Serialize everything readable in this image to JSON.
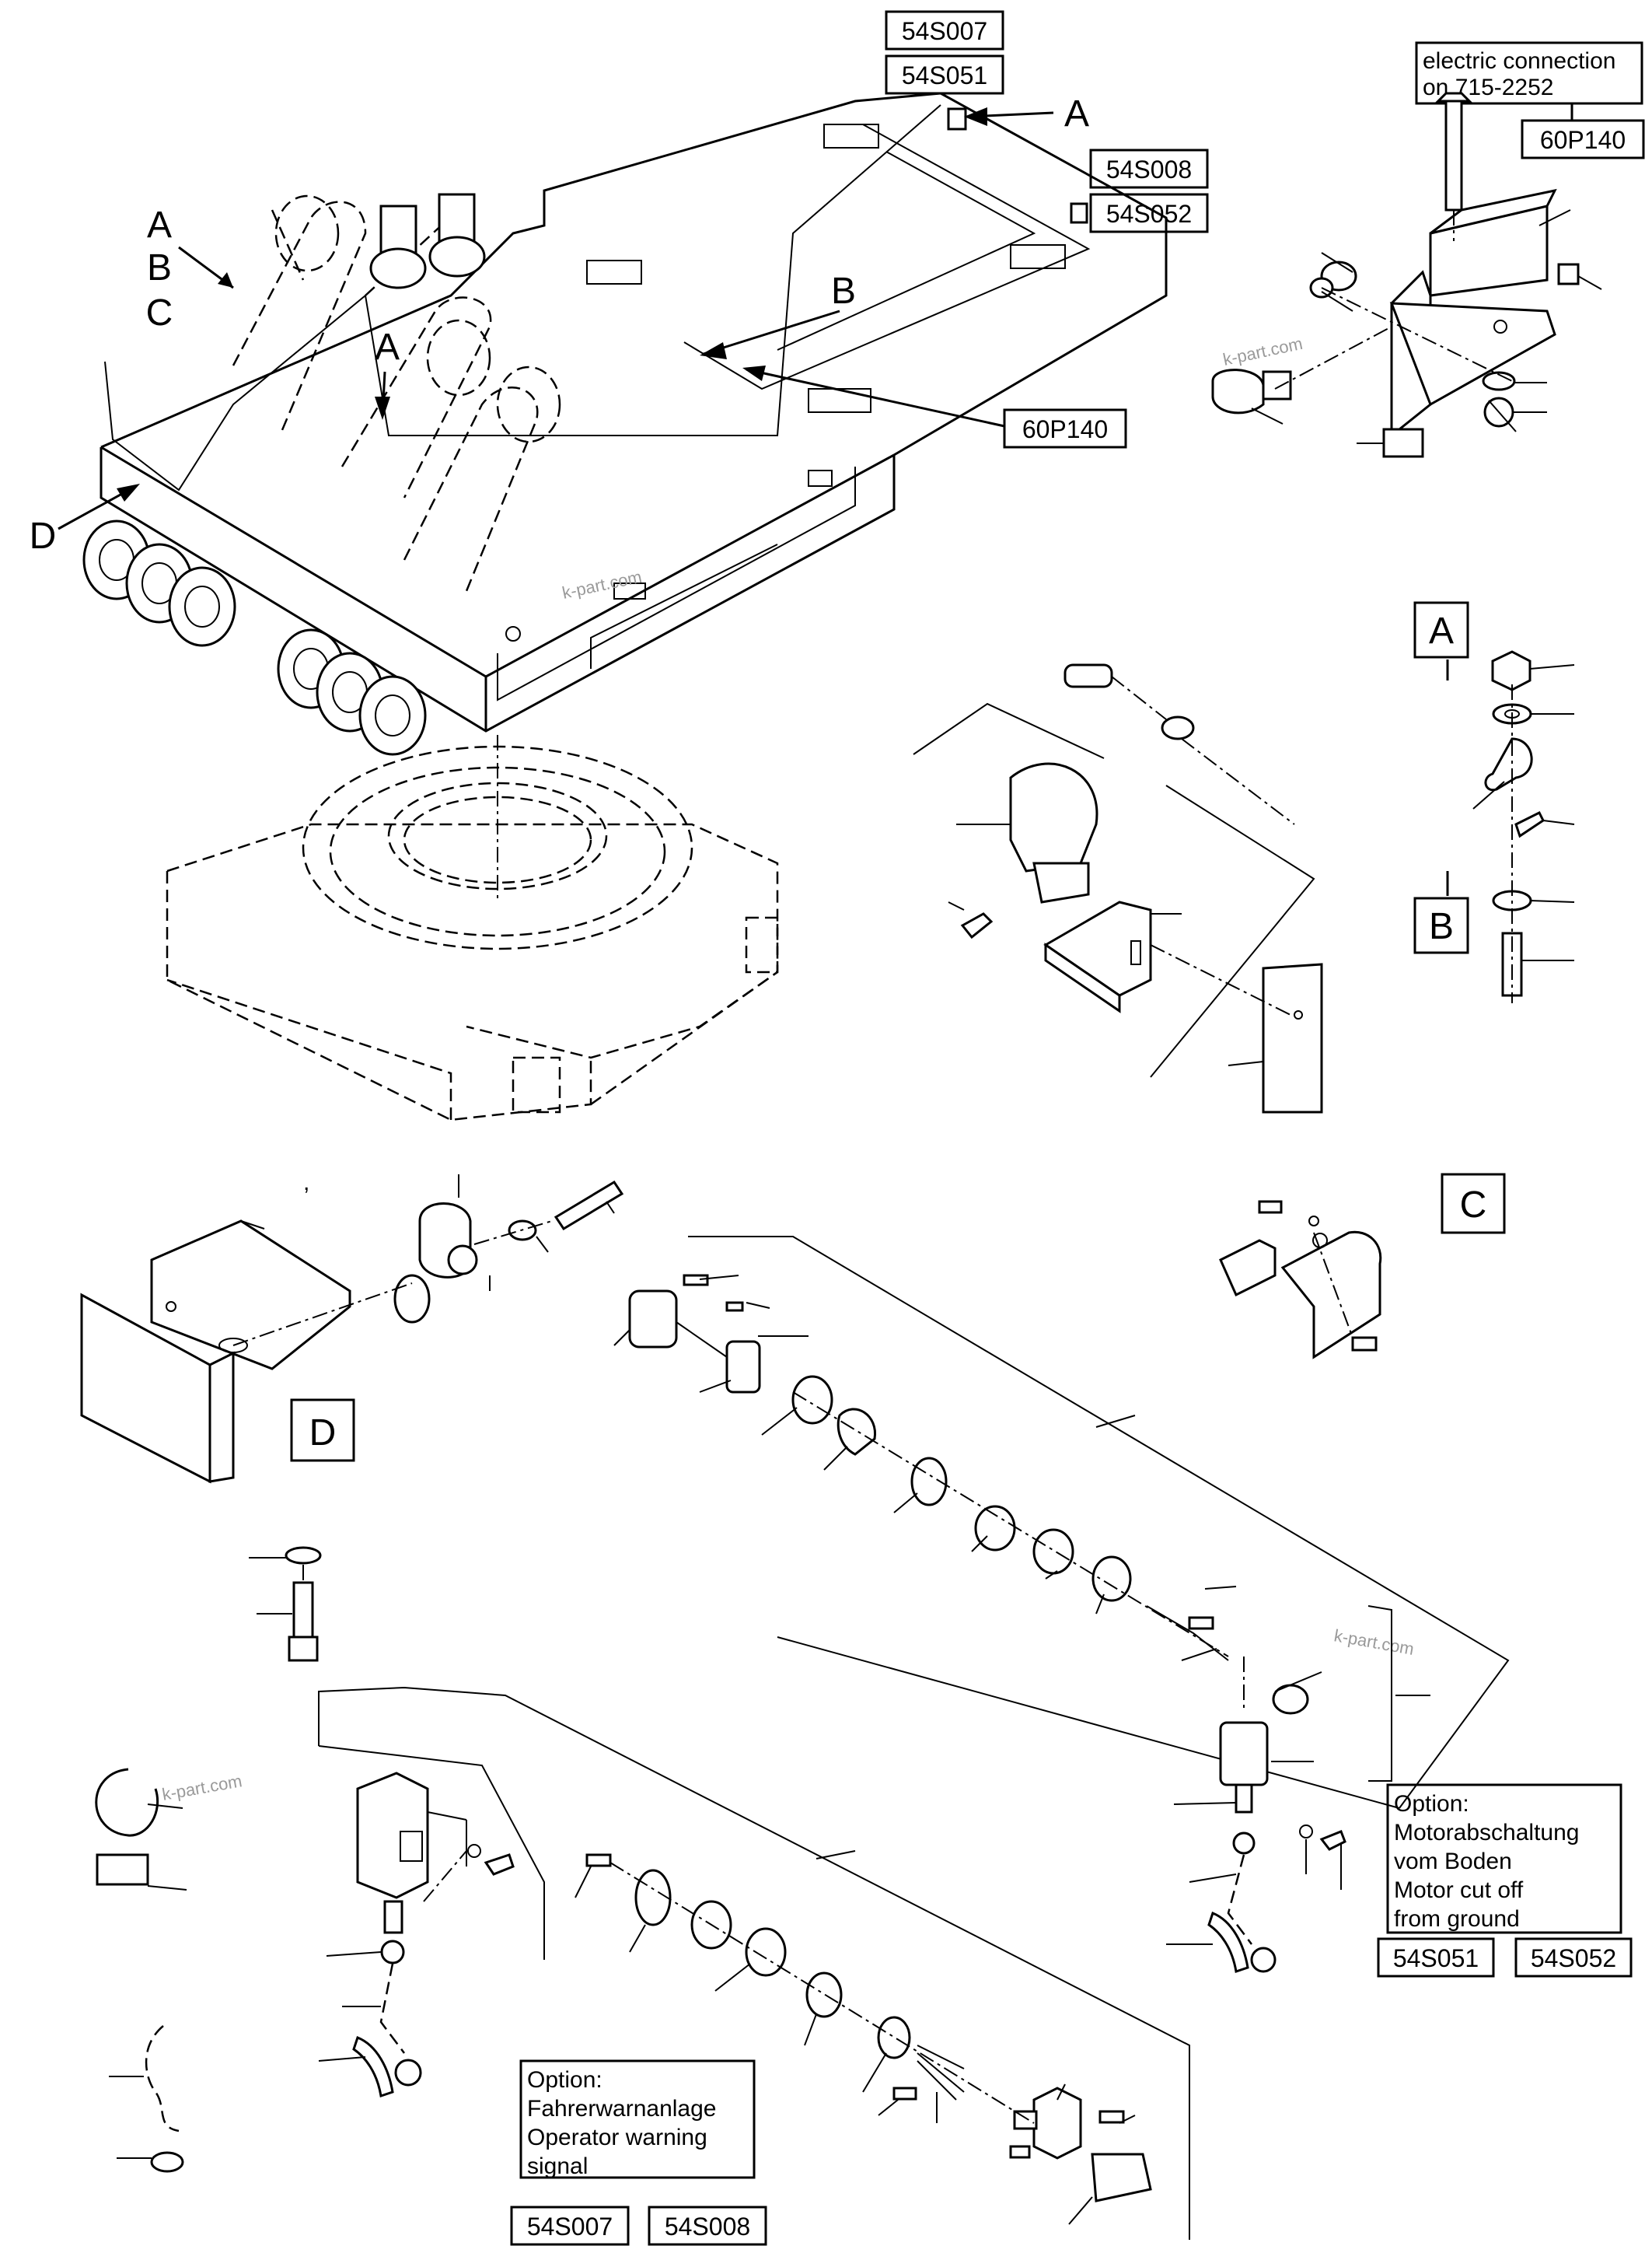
{
  "part_codes": {
    "s007": "54S007",
    "s051": "54S051",
    "s008": "54S008",
    "s052": "54S052",
    "p140": "60P140"
  },
  "callouts": {
    "a": "A",
    "b": "B",
    "c": "C",
    "d": "D"
  },
  "notes": {
    "electric_connection_1": "electric connection",
    "electric_connection_2": "on 715-2252",
    "motor_cutoff": [
      "Option:",
      "Motorabschaltung",
      "vom Boden",
      "Motor cut off",
      "from ground"
    ],
    "warning_signal": [
      "Option:",
      "Fahrerwarnanlage",
      "Operator warning",
      " signal"
    ]
  },
  "stray_mark": ",",
  "watermark": "k-part.com"
}
